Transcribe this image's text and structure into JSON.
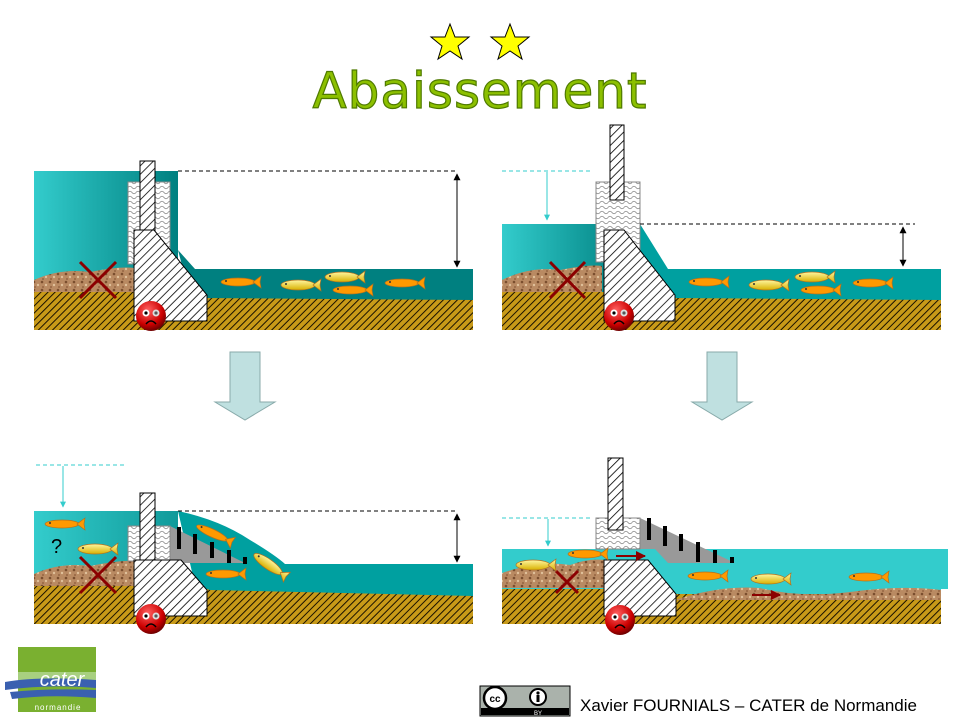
{
  "slide": {
    "title": "Abaissement",
    "difficulty_stars": 2,
    "question_mark": "?",
    "credit": "Xavier FOURNIALS – CATER de Normandie",
    "license": {
      "cc": "cc",
      "by": "BY"
    },
    "logo": {
      "name": "cater",
      "region": "normandie"
    }
  },
  "colors": {
    "title": "#8cc000",
    "water_dark": "#008080",
    "water_light": "#33cccc",
    "ground": "#c09018",
    "arrow_fill": "#bfe0e0",
    "cross": "#8b0000"
  }
}
